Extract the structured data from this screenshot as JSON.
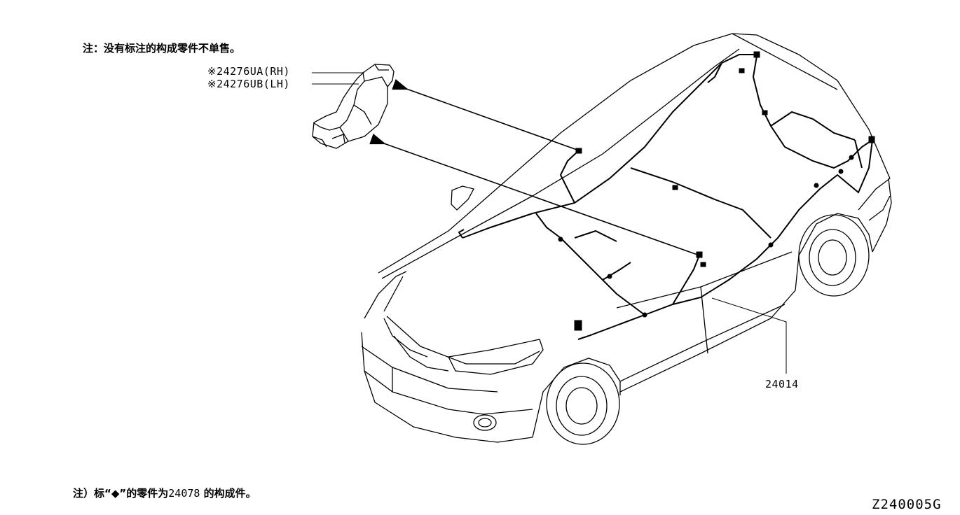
{
  "notes": {
    "top": "注：没有标注的构成零件不单售。",
    "bottom_prefix": "注）标“◆”的零件为",
    "bottom_part": "24078",
    "bottom_suffix": " 的构成件。"
  },
  "parts": {
    "rh": "※24276UA(RH)",
    "lh": "※24276UB(LH)",
    "harness": "24014"
  },
  "diagram_code": "Z240005G"
}
